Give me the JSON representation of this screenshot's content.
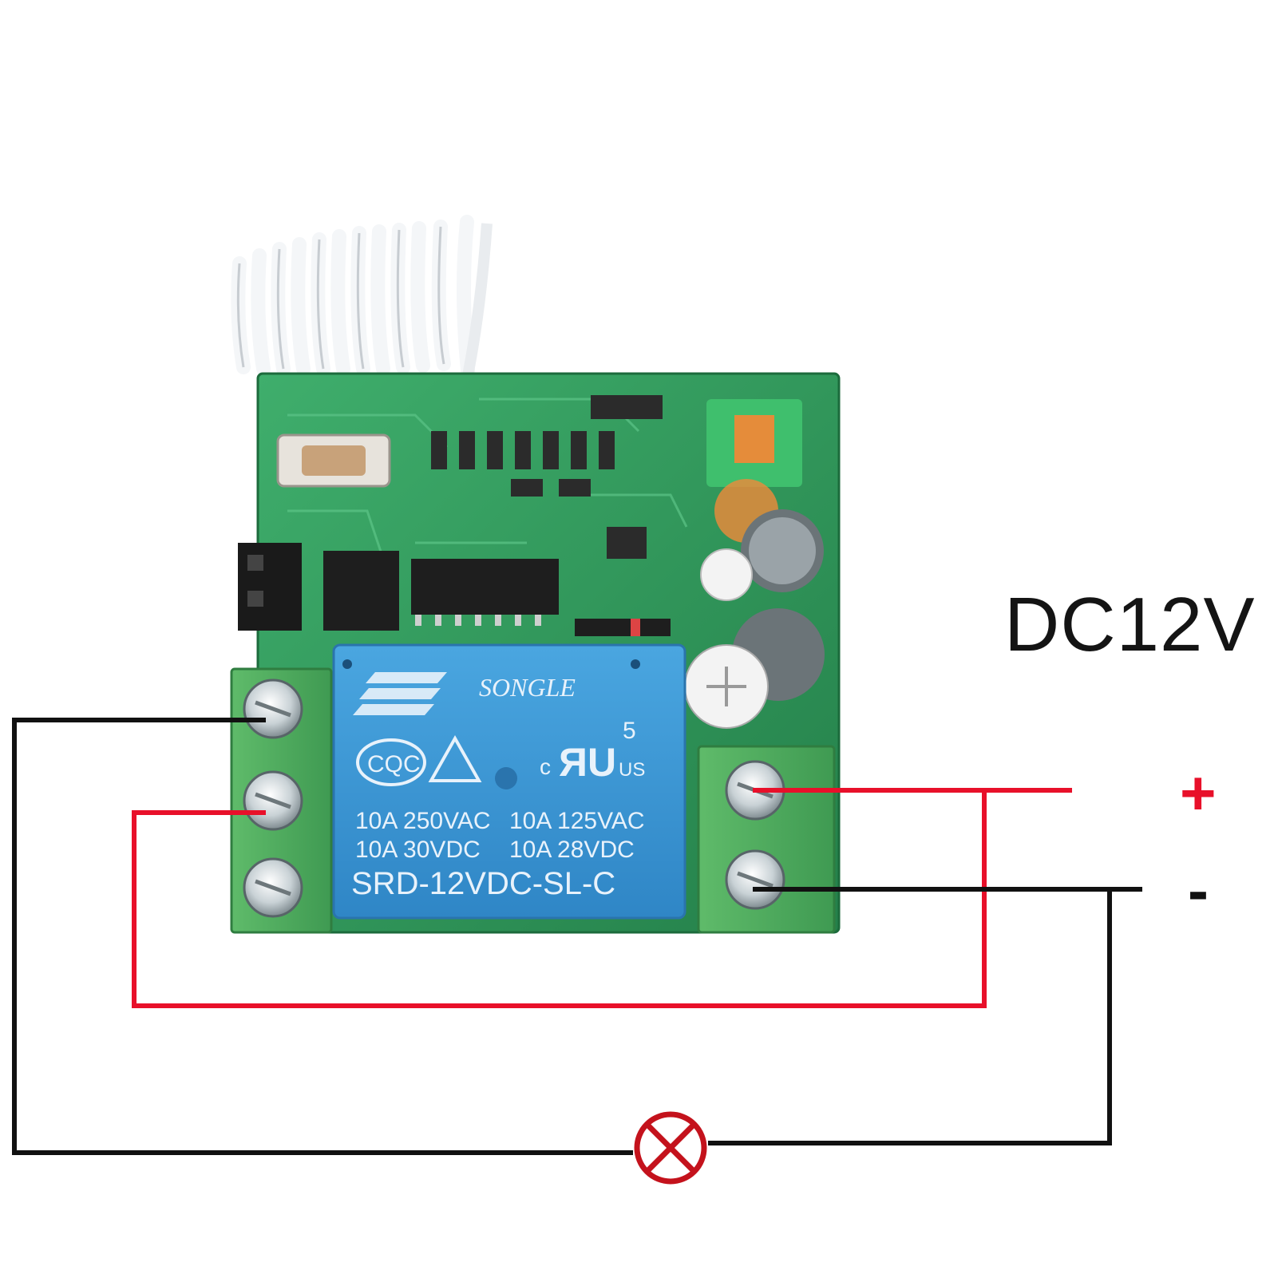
{
  "labels": {
    "voltage": "DC12V",
    "positive": "+",
    "negative": "-"
  },
  "relay": {
    "brand": "SONGLE",
    "rating_ac_1": "10A 250VAC",
    "rating_ac_2": "10A 125VAC",
    "rating_dc_1": "10A 30VDC",
    "rating_dc_2": "10A 28VDC",
    "model": "SRD-12VDC-SL-C",
    "cert_ccc": "CQC",
    "cert_c": "c",
    "cert_us": "US",
    "coil": "5"
  },
  "colors": {
    "positive_wire": "#e8102a",
    "negative_wire": "#111111",
    "pcb": "#2f9a5c",
    "terminal": "#4fae5e",
    "relay": "#3d9ad6",
    "lamp": "#c4121c"
  },
  "icons": {
    "lamp": "lamp-x-symbol-icon"
  }
}
